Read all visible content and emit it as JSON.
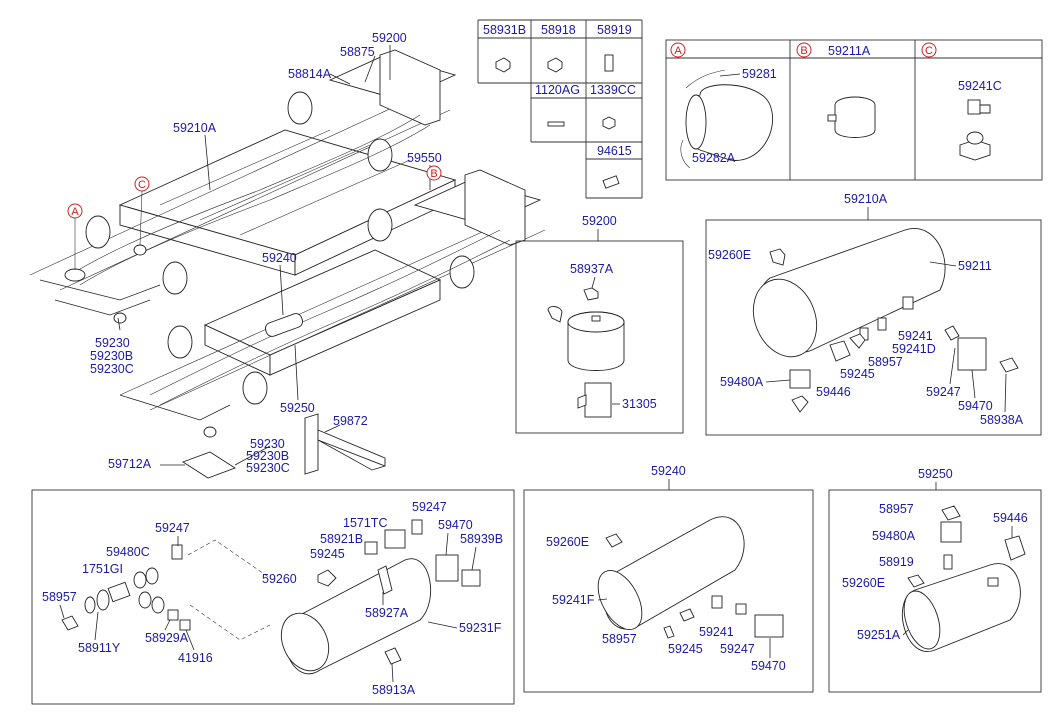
{
  "callouts": {
    "a": "A",
    "b": "B",
    "c": "C"
  },
  "main_labels": {
    "l59200": "59200",
    "l58875": "58875",
    "l58814A": "58814A",
    "l59210A": "59210A",
    "l59550": "59550",
    "l59240": "59240",
    "l59230": "59230",
    "l59230B": "59230B",
    "l59230C": "59230C",
    "l59250": "59250",
    "l59872": "59872",
    "l59712A": "59712A",
    "l59230b2": "59230",
    "l59230Bb2": "59230B",
    "l59230Cb2": "59230C"
  },
  "parts_table": {
    "header_row": [
      "58931B",
      "58918",
      "58919"
    ],
    "second_row": [
      "1120AG",
      "1339CC"
    ],
    "third_row": [
      "94615"
    ]
  },
  "abc_table": {
    "headers": [
      "59211A"
    ],
    "labels": {
      "l59281": "59281",
      "l59282A": "59282A",
      "l59241C": "59241C"
    }
  },
  "box_59200": {
    "title": "59200",
    "labels": {
      "l58937A": "58937A",
      "l31305": "31305"
    }
  },
  "box_59210A": {
    "title": "59210A",
    "labels": {
      "l59260E": "59260E",
      "l59211": "59211",
      "l59241": "59241",
      "l59241D": "59241D",
      "l58957": "58957",
      "l59245": "59245",
      "l59480A": "59480A",
      "l59446": "59446",
      "l59247": "59247",
      "l59470": "59470",
      "l58938A": "58938A"
    }
  },
  "box_bottom_left": {
    "labels": {
      "l59247a": "59247",
      "l59480C": "59480C",
      "l1751GI": "1751GI",
      "l58957": "58957",
      "l58911Y": "58911Y",
      "l58929A": "58929A",
      "l41916": "41916",
      "l1571TC": "1571TC",
      "l59247b": "59247",
      "l58921B": "58921B",
      "l59470": "59470",
      "l59245": "59245",
      "l58939B": "58939B",
      "l59260": "59260",
      "l58927A": "58927A",
      "l59231F": "59231F",
      "l58913A": "58913A"
    }
  },
  "box_59240": {
    "title": "59240",
    "labels": {
      "l59260E": "59260E",
      "l59241F": "59241F",
      "l58957": "58957",
      "l59245": "59245",
      "l59241": "59241",
      "l59247": "59247",
      "l59470": "59470"
    }
  },
  "box_59250": {
    "title": "59250",
    "labels": {
      "l58957": "58957",
      "l59446": "59446",
      "l59480A": "59480A",
      "l58919": "58919",
      "l59260E": "59260E",
      "l59251A": "59251A"
    }
  }
}
